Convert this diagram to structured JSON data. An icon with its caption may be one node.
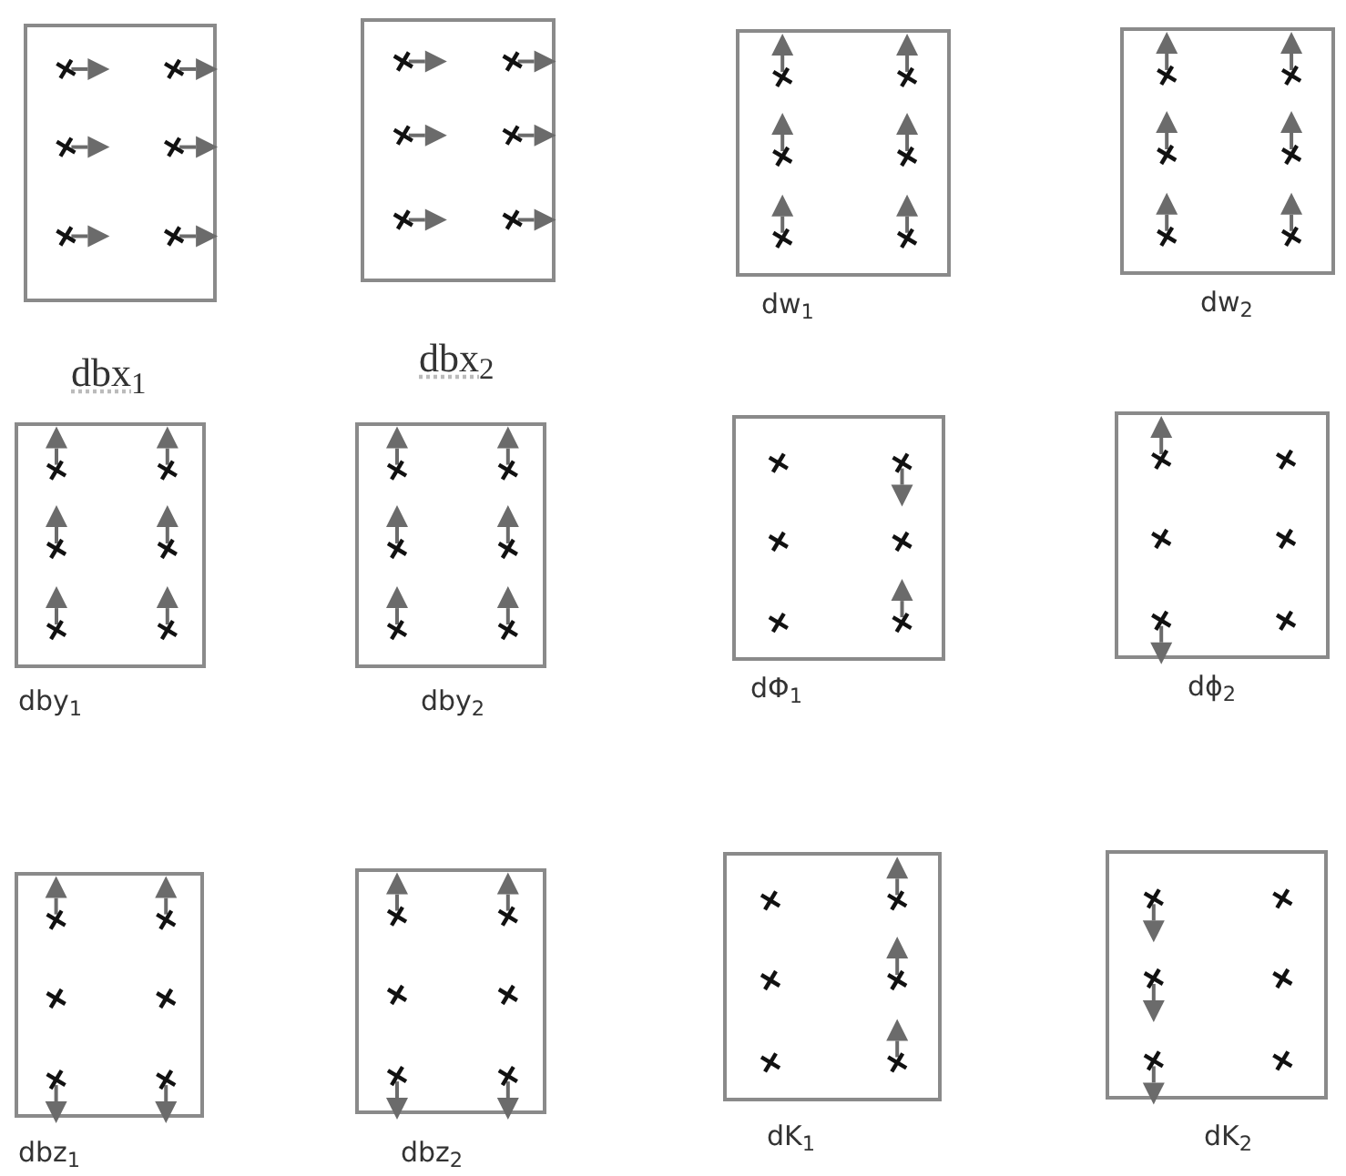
{
  "diagram": {
    "nodes": [
      {
        "text": [
          "dbx$_{1}$"
        ]
      },
      {
        "text": [
          "dbx$_{2}$"
        ]
      },
      {
        "text": [
          "dw$_{1}$"
        ]
      },
      {
        "text": [
          "dw$_{2}$"
        ]
      },
      {
        "text": [
          "dby$_{1}$"
        ]
      },
      {
        "text": [
          "dby$_{2}$"
        ]
      },
      {
        "text": [
          "dΦ$_{1}$"
        ]
      },
      {
        "text": [
          "dϕ$_{2}$"
        ]
      },
      {
        "text": [
          "dbz$_{1}$"
        ]
      },
      {
        "text": [
          "dbz$_{2}$"
        ]
      },
      {
        "text": [
          "dK$_{1}$"
        ]
      },
      {
        "text": [
          "dK$_{2}$"
        ]
      }
    ]
  }
}
